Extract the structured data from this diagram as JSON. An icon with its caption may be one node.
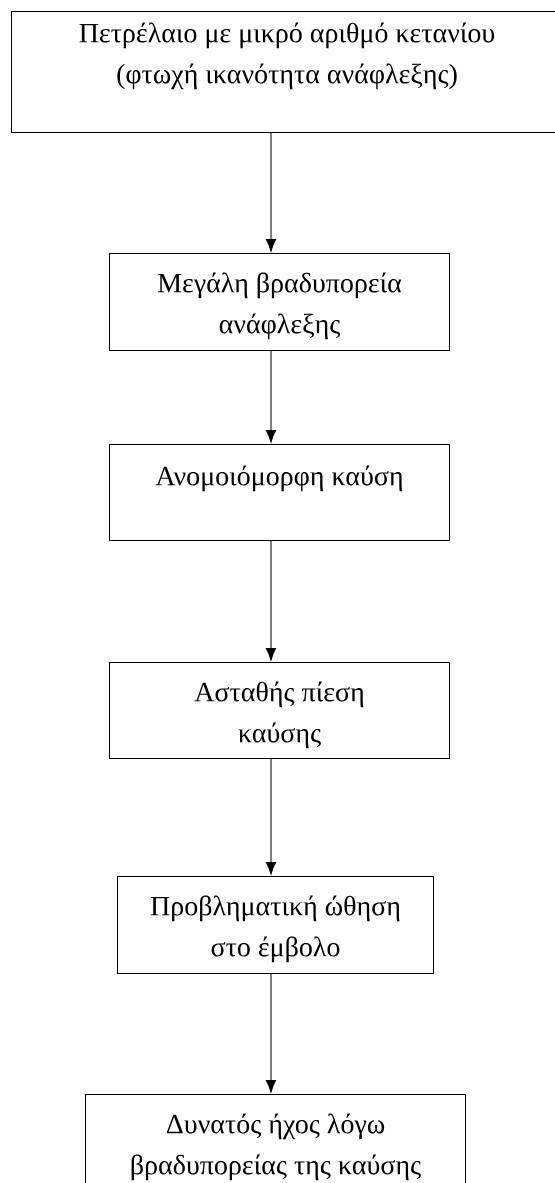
{
  "diagram": {
    "nodes": [
      {
        "text": [
          "Πετρέλαιο με μικρό αριθμό κετανίου (φτωχή ικανότητα ανάφλεξης)"
        ]
      },
      {
        "text": [
          "Μεγάλη βραδυπορεία ανάφλεξης"
        ]
      },
      {
        "text": [
          "Ανομοιόμορφη καύση"
        ]
      },
      {
        "text": [
          "Ασταθής πίεση καύσης"
        ]
      },
      {
        "text": [
          "Προβληματική ώθηση στο έμβολο"
        ]
      },
      {
        "text": [
          "Δυνατός ήχος λόγω βραδυπορείας της καύσης"
        ]
      }
    ],
    "edges": [
      {
        "from": 0,
        "to": 1,
        "arrow": "to"
      },
      {
        "from": 1,
        "to": 2,
        "arrow": "to"
      },
      {
        "from": 2,
        "to": 3,
        "arrow": "to"
      },
      {
        "from": 3,
        "to": 4,
        "arrow": "to"
      },
      {
        "from": 4,
        "to": 5,
        "arrow": "to"
      }
    ]
  }
}
